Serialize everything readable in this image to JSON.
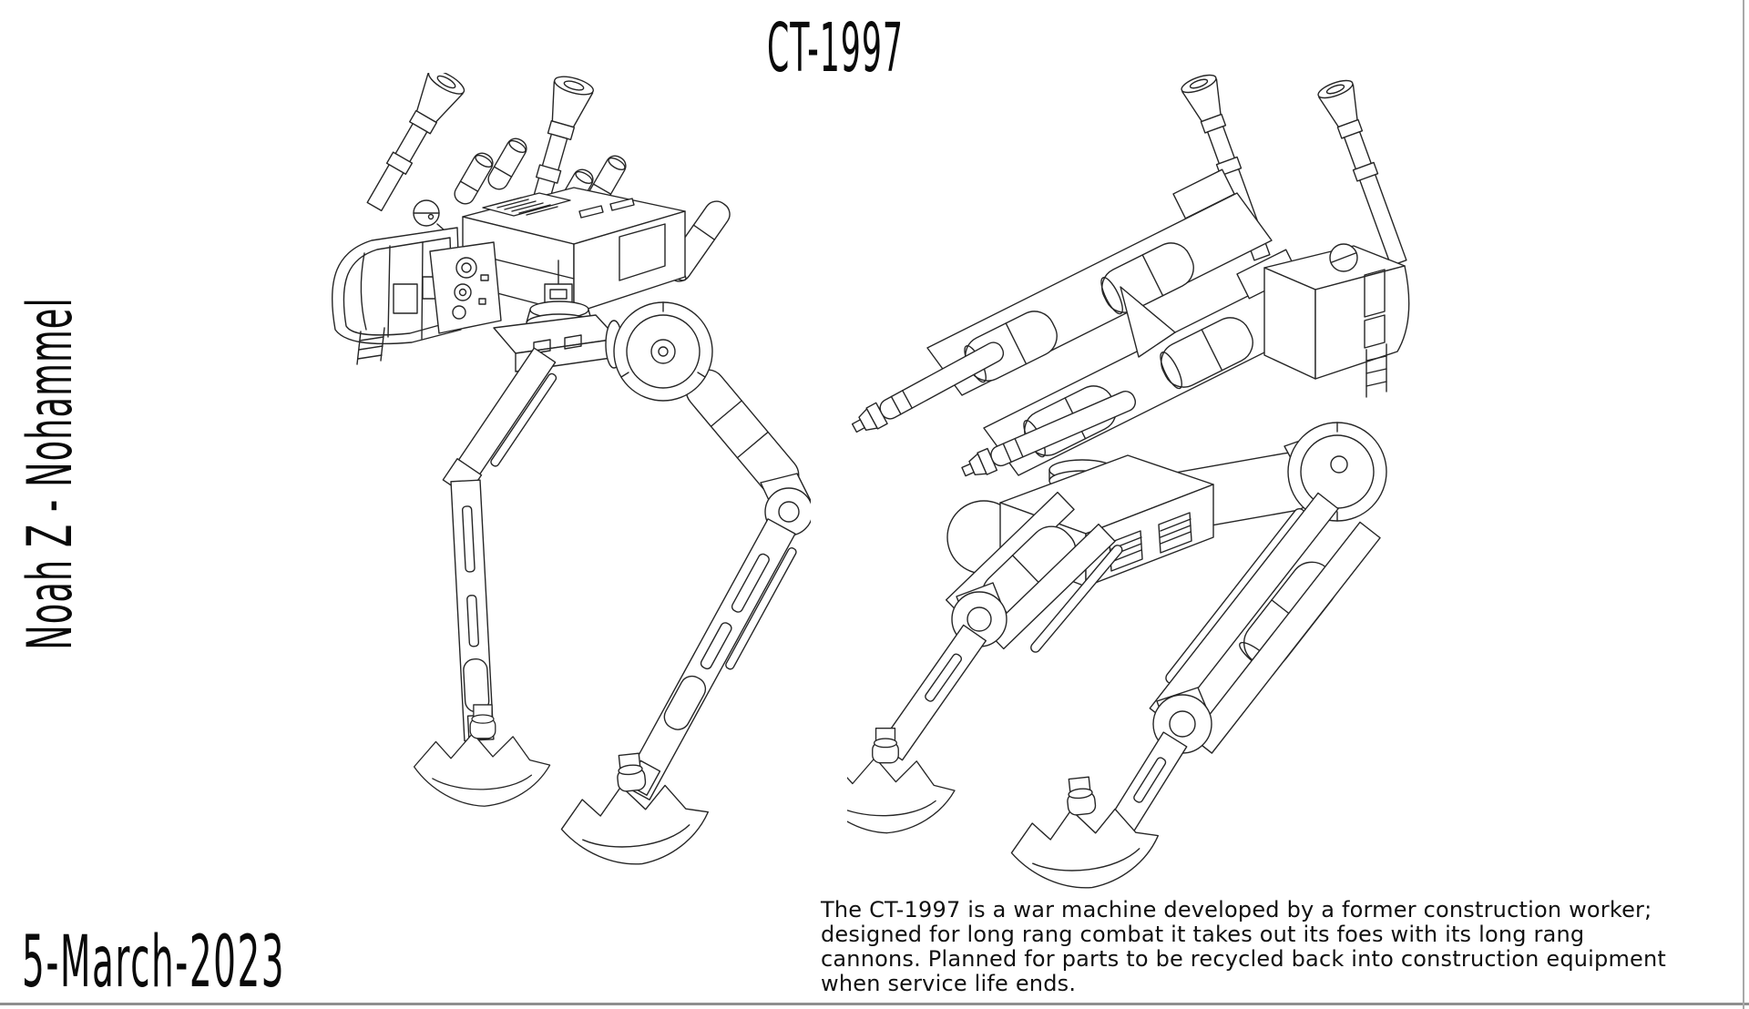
{
  "sheet": {
    "title": "CT-1997",
    "author": "Noah Z - Nohammel",
    "date": "5-March-2023",
    "description_lines": [
      "The CT-1997 is a war machine developed by a former construction worker;",
      "designed for long rang combat it takes out its foes with its long rang",
      "cannons. Planned for parts to be recycled back into construction equipment",
      "when service life ends."
    ],
    "colors": {
      "ink": "#0a0a0a",
      "drawing_line": "#262626",
      "edge_rule": "#8f8f8f",
      "background": "#ffffff"
    }
  }
}
